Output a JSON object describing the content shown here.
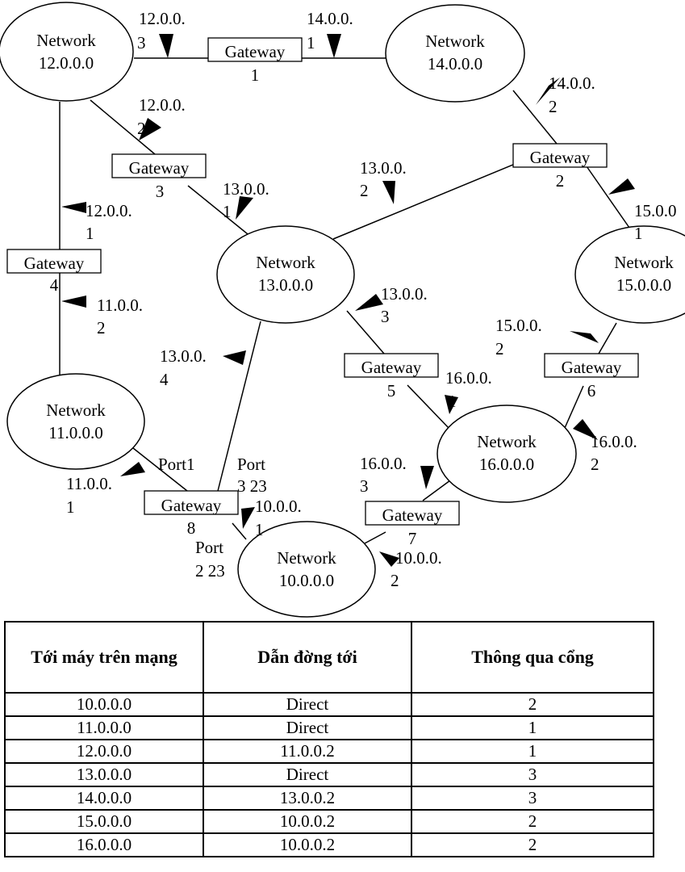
{
  "networks": [
    {
      "id": "n12",
      "word": "Network",
      "addr": "12.0.0.0"
    },
    {
      "id": "n14",
      "word": "Network",
      "addr": "14.0.0.0"
    },
    {
      "id": "n13",
      "word": "Network",
      "addr": "13.0.0.0"
    },
    {
      "id": "n15",
      "word": "Network",
      "addr": "15.0.0.0"
    },
    {
      "id": "n11",
      "word": "Network",
      "addr": "11.0.0.0"
    },
    {
      "id": "n16",
      "word": "Network",
      "addr": "16.0.0.0"
    },
    {
      "id": "n10",
      "word": "Network",
      "addr": "10.0.0.0"
    }
  ],
  "gateways": [
    {
      "id": "g1",
      "label": "Gateway",
      "num": "1"
    },
    {
      "id": "g2",
      "label": "Gateway",
      "num": "2"
    },
    {
      "id": "g3",
      "label": "Gateway",
      "num": "3"
    },
    {
      "id": "g4",
      "label": "Gateway",
      "num": "4"
    },
    {
      "id": "g5",
      "label": "Gateway",
      "num": "5"
    },
    {
      "id": "g6",
      "label": "Gateway",
      "num": "6"
    },
    {
      "id": "g7",
      "label": "Gateway",
      "num": "7"
    },
    {
      "id": "g8",
      "label": "Gateway",
      "num": "8"
    }
  ],
  "ip_labels": [
    {
      "id": "ip-12-0-0-3",
      "l1": "12.0.0.",
      "l2": "3"
    },
    {
      "id": "ip-14-0-0-1",
      "l1": "14.0.0.",
      "l2": "1"
    },
    {
      "id": "ip-12-0-0-2",
      "l1": "12.0.0.",
      "l2": "2"
    },
    {
      "id": "ip-14-0-0-2",
      "l1": "14.0.0.",
      "l2": "2"
    },
    {
      "id": "ip-13-0-0-2",
      "l1": "13.0.0.",
      "l2": "2"
    },
    {
      "id": "ip-13-0-0-1",
      "l1": "13.0.0.",
      "l2": "1"
    },
    {
      "id": "ip-12-0-0-1",
      "l1": "12.0.0.",
      "l2": "1"
    },
    {
      "id": "ip-15-0-0-1",
      "l1": "15.0.0",
      "l2": "1"
    },
    {
      "id": "ip-11-0-0-2",
      "l1": "11.0.0.",
      "l2": "2"
    },
    {
      "id": "ip-13-0-0-3",
      "l1": "13.0.0.",
      "l2": "3"
    },
    {
      "id": "ip-15-0-0-2",
      "l1": "15.0.0.",
      "l2": "2"
    },
    {
      "id": "ip-13-0-0-4",
      "l1": "13.0.0.",
      "l2": "4"
    },
    {
      "id": "ip-16-0-0-1",
      "l1": "16.0.0.",
      "l2": "1"
    },
    {
      "id": "ip-16-0-0-2",
      "l1": "16.0.0.",
      "l2": "2"
    },
    {
      "id": "ip-11-0-0-1",
      "l1": "11.0.0.",
      "l2": "1"
    },
    {
      "id": "ip-16-0-0-3",
      "l1": "16.0.0.",
      "l2": "3"
    },
    {
      "id": "ip-10-0-0-1",
      "l1": "10.0.0.",
      "l2": "1"
    },
    {
      "id": "ip-10-0-0-2",
      "l1": "10.0.0.",
      "l2": "2"
    }
  ],
  "ports": {
    "port1": "Port1",
    "port3_l1": "Port",
    "port3_l2": "3 23",
    "port2_l1": "Port",
    "port2_l2": "2 23"
  },
  "routing_table": {
    "headers": [
      "Tới máy trên mạng",
      "Dẫn đờng tới",
      "Thông qua cổng"
    ],
    "rows": [
      [
        "10.0.0.0",
        "Direct",
        "2"
      ],
      [
        "11.0.0.0",
        "Direct",
        "1"
      ],
      [
        "12.0.0.0",
        "11.0.0.2",
        "1"
      ],
      [
        "13.0.0.0",
        "Direct",
        "3"
      ],
      [
        "14.0.0.0",
        "13.0.0.2",
        "3"
      ],
      [
        "15.0.0.0",
        "10.0.0.2",
        "2"
      ],
      [
        "16.0.0.0",
        "10.0.0.2",
        "2"
      ]
    ]
  }
}
